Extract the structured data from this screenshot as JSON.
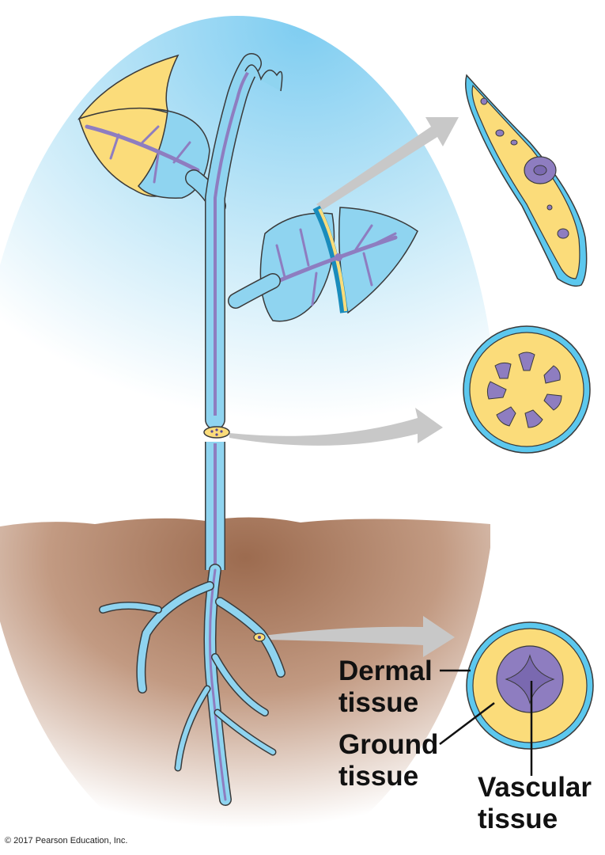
{
  "labels": {
    "dermal": "Dermal\ntissue",
    "ground": "Ground\ntissue",
    "vascular": "Vascular\ntissue"
  },
  "copyright": "© 2017 Pearson Education, Inc.",
  "colors": {
    "sky_top": "#8fd3f2",
    "sky_bottom": "#eef8fd",
    "soil_top": "#9a6a4e",
    "soil_bottom": "#ffffff",
    "dermal": "#5cc8ee",
    "dermal_outline": "#1a8cbc",
    "ground": "#fbdc7a",
    "vascular": "#8e7dc0",
    "vascular_dark": "#5a4a96",
    "arrow": "#c8c8c8"
  }
}
